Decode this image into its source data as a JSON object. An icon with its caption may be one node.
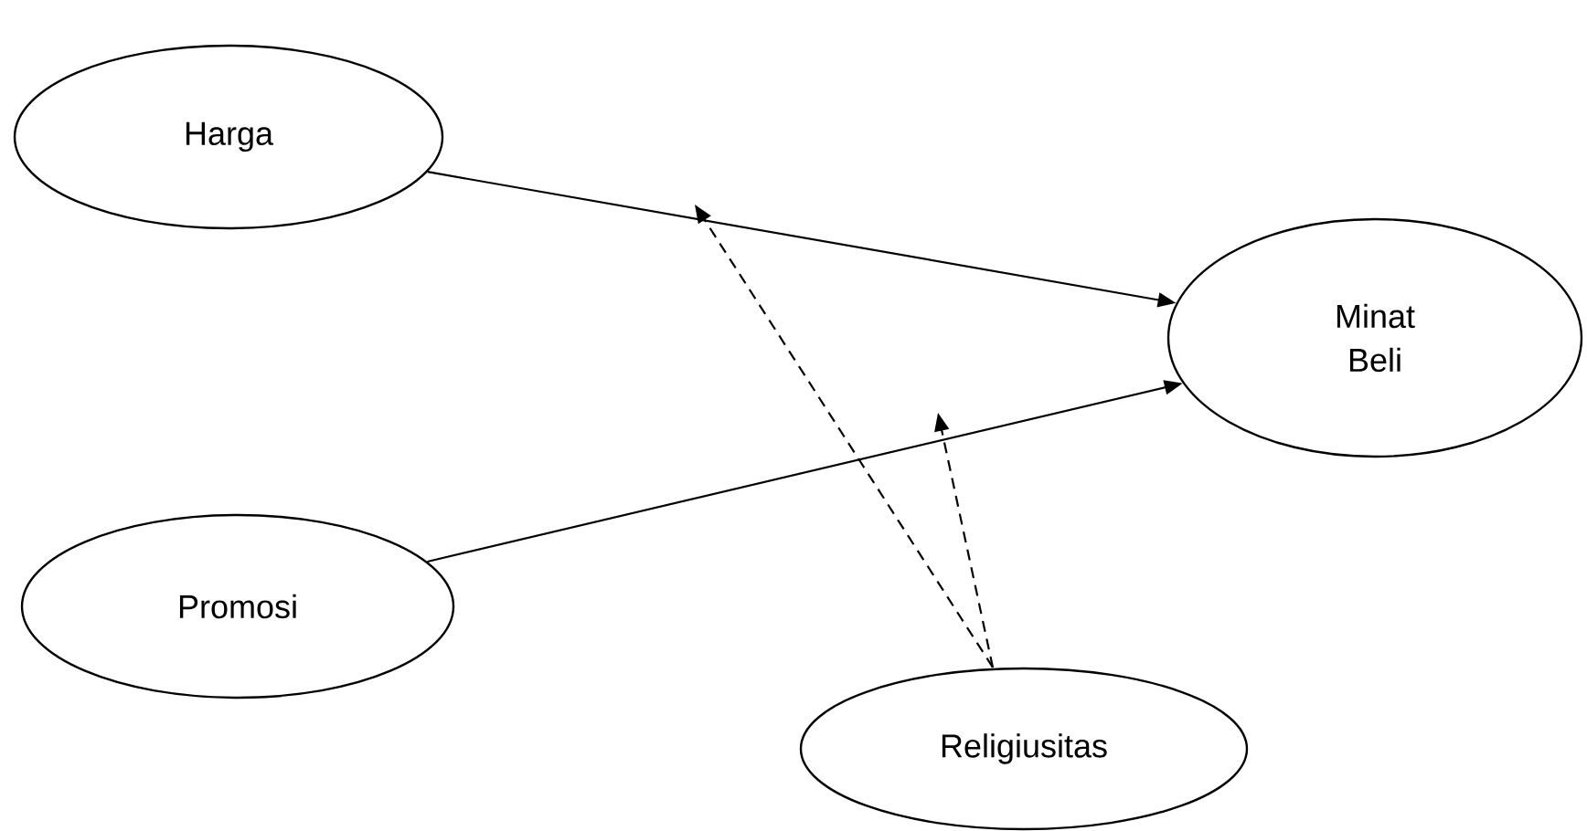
{
  "diagram": {
    "nodes": [
      {
        "text": [
          "Harga"
        ]
      },
      {
        "text": [
          "Minat Beli"
        ]
      },
      {
        "text": [
          "Promosi"
        ]
      },
      {
        "text": [
          "Religiusitas"
        ]
      }
    ],
    "edges": [
      {
        "from": 0,
        "to": 1,
        "arrow": "to"
      },
      {
        "from": 2,
        "to": 1,
        "arrow": "to"
      },
      {
        "from": 3,
        "to": null,
        "arrow": "to",
        "style": "dashed"
      },
      {
        "from": 3,
        "to": null,
        "arrow": "to",
        "style": "dashed"
      }
    ]
  }
}
